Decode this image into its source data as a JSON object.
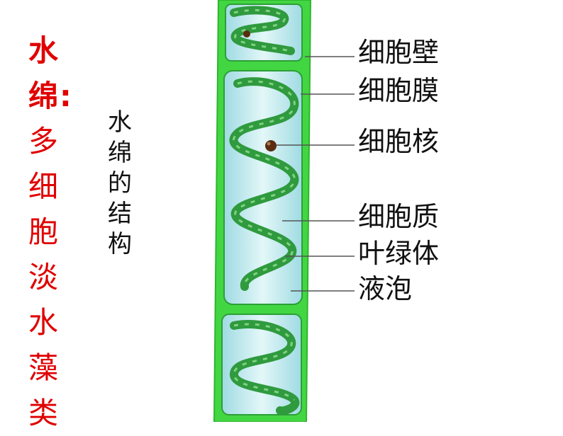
{
  "title": {
    "main": "水绵:",
    "sub": "多细胞淡水藻类"
  },
  "caption": "水绵的结构",
  "labels": [
    "细胞壁",
    "细胞膜",
    "细胞核",
    "细胞质",
    "叶绿体",
    "液泡"
  ],
  "colors": {
    "title": "#e00000",
    "cell_wall": "#3ecf3e",
    "cell_fill": "#cdeef2",
    "chloroplast": "#2f9a3e",
    "nucleus": "#5a2d10"
  }
}
